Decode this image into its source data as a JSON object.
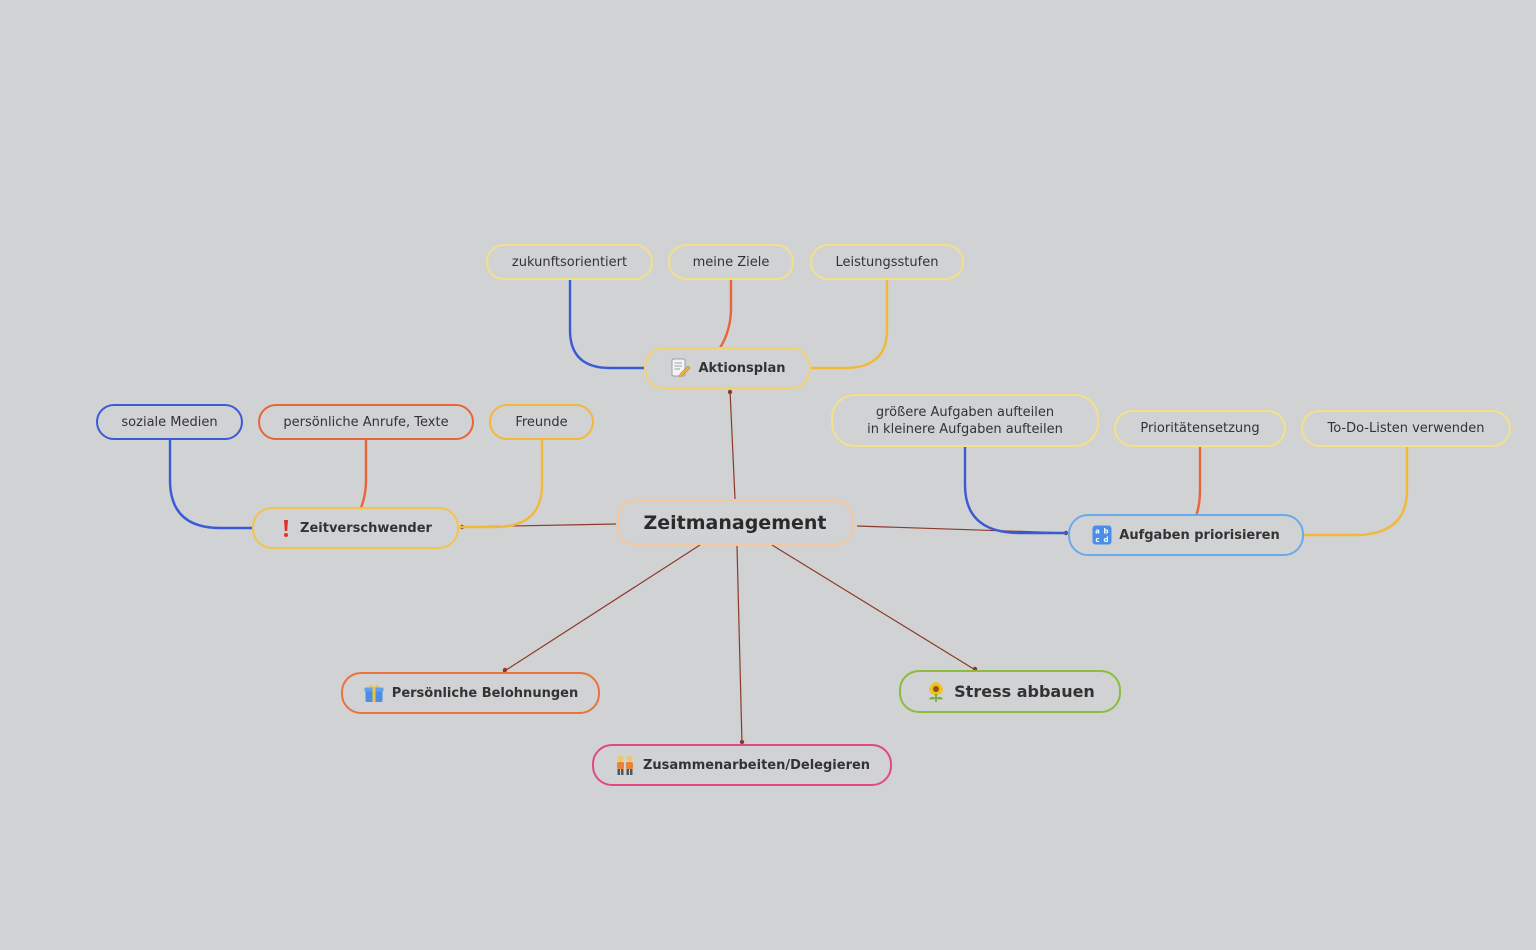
{
  "center": {
    "label": "Zeitmanagement",
    "color": "#f6c79b"
  },
  "topics": {
    "aktionsplan": {
      "label": "Aktionsplan",
      "icon": "memo-icon",
      "color": "#f3d26a"
    },
    "zeitverschwender": {
      "label": "Zeitverschwender",
      "icon": "exclamation-icon",
      "color": "#f3c44c"
    },
    "aufgaben": {
      "label": "Aufgaben priorisieren",
      "icon": "abcd-icon",
      "color": "#6aa9ec"
    },
    "belohnungen": {
      "label": "Persönliche Belohnungen",
      "icon": "gift-icon",
      "color": "#e8733c"
    },
    "zusammen": {
      "label": "Zusammenarbeiten/Delegieren",
      "icon": "people-icon",
      "color": "#e04a7e"
    },
    "stress": {
      "label": "Stress abbauen",
      "icon": "sunflower-icon",
      "color": "#8dbb3c"
    }
  },
  "leaves": {
    "zukunft": "zukunftsorientiert",
    "ziele": "meine Ziele",
    "leistung": "Leistungsstufen",
    "medien": "soziale Medien",
    "anrufe": "persönliche Anrufe, Texte",
    "freunde": "Freunde",
    "groessere_line1": "größere Aufgaben aufteilen",
    "groessere_line2": "in kleinere Aufgaben aufteilen",
    "prio": "Prioritätensetzung",
    "todo": "To-Do-Listen verwenden"
  },
  "colors": {
    "branch_blue": "#3b5bd6",
    "branch_orange": "#e8653a",
    "branch_yellow": "#f2b83a",
    "connector": "#8b3a2a",
    "background": "#d1d2d4"
  }
}
